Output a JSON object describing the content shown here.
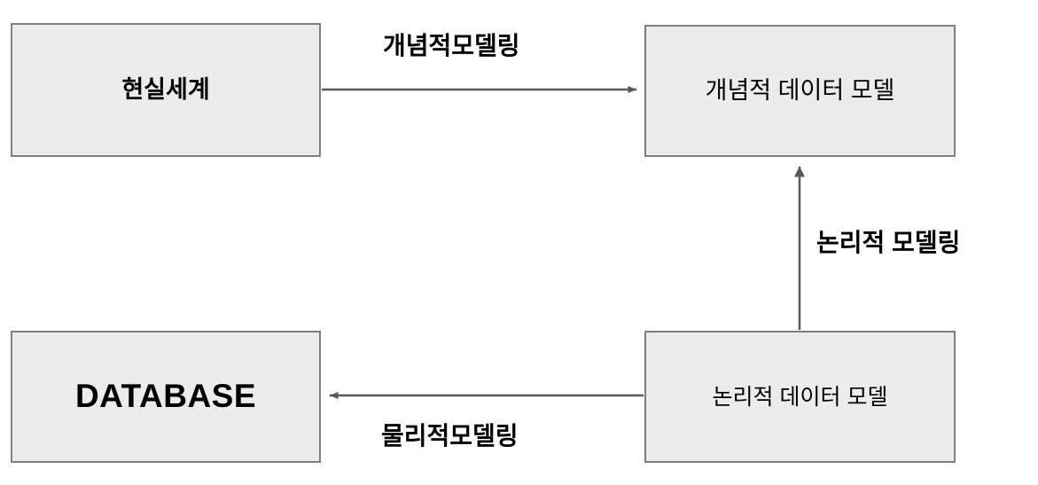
{
  "diagram": {
    "title": "Database modeling process diagram",
    "colors": {
      "node_fill": "#ECECEC",
      "node_border": "#7F7F7F",
      "edge_stroke": "#595959",
      "text": "#000000",
      "background": "#FFFFFF"
    },
    "nodes": [
      {
        "id": "real-world",
        "label": "현실세계"
      },
      {
        "id": "conceptual",
        "label": "개념적 데이터 모델"
      },
      {
        "id": "database",
        "label": "DATABASE"
      },
      {
        "id": "logical",
        "label": "논리적 데이터 모델"
      }
    ],
    "edges": [
      {
        "id": "conceptual-modeling",
        "label": "개념적모델링",
        "from": "real-world",
        "to": "conceptual",
        "direction": "right"
      },
      {
        "id": "logical-modeling",
        "label": "논리적 모델링",
        "from": "logical",
        "to": "conceptual",
        "direction": "up"
      },
      {
        "id": "physical-modeling",
        "label": "물리적모델링",
        "from": "logical",
        "to": "database",
        "direction": "left"
      }
    ]
  }
}
